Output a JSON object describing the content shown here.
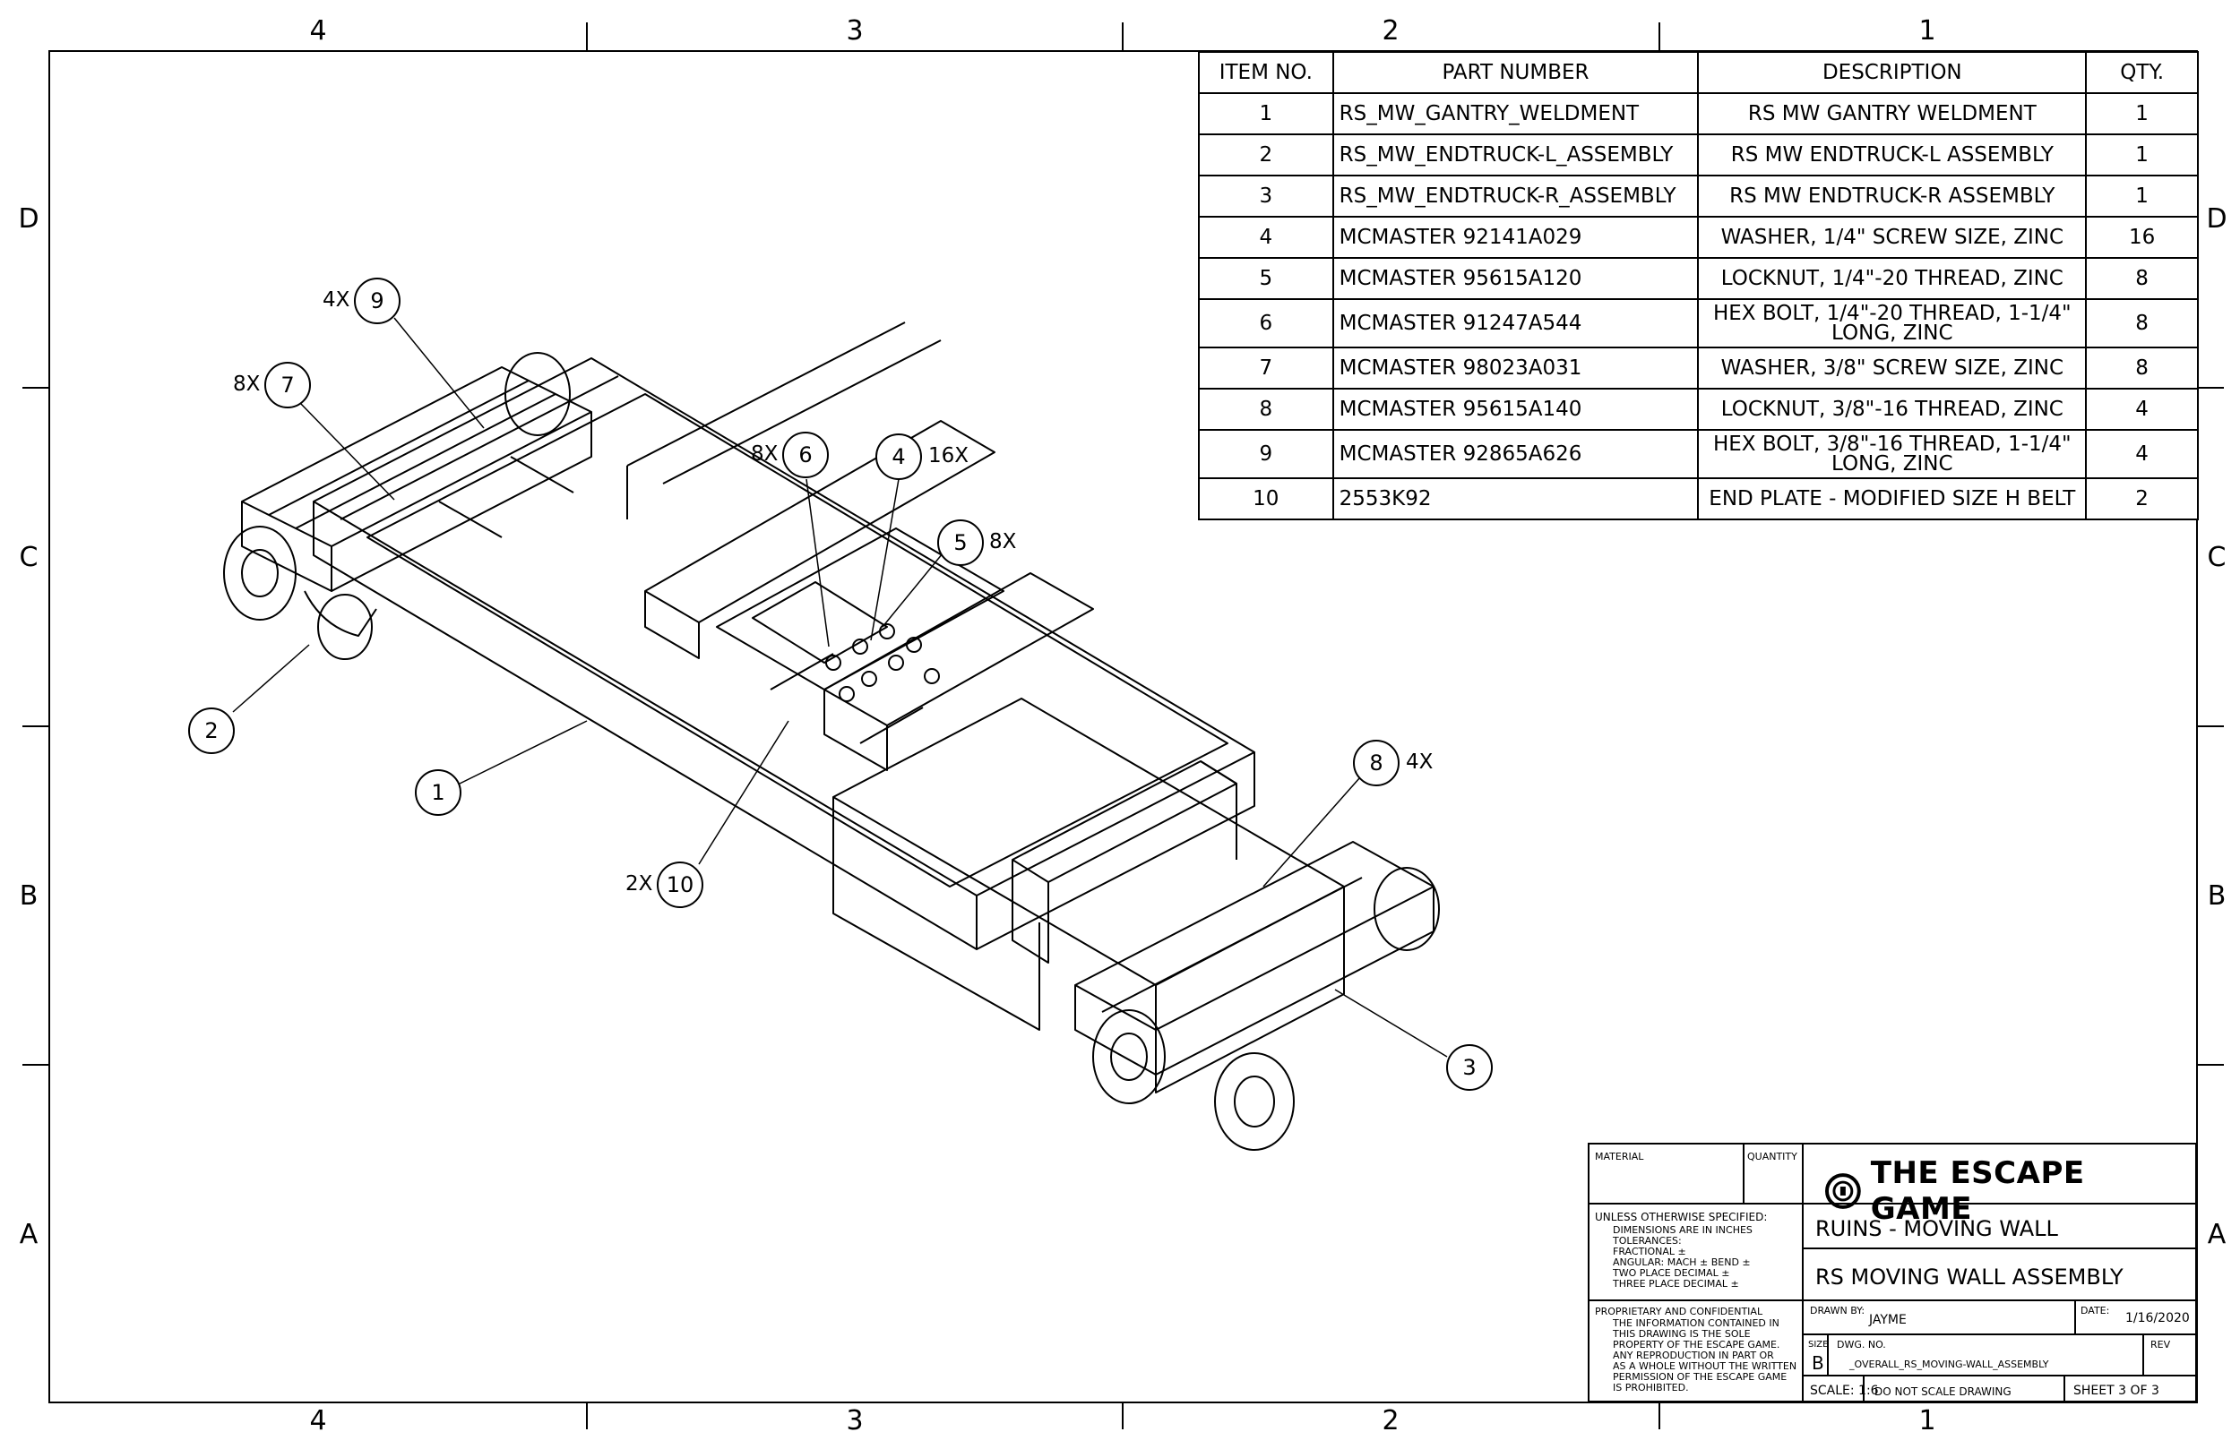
{
  "zones": {
    "columns": [
      "4",
      "3",
      "2",
      "1"
    ],
    "rows": [
      "D",
      "C",
      "B",
      "A"
    ]
  },
  "bom": {
    "headers": [
      "ITEM NO.",
      "PART NUMBER",
      "DESCRIPTION",
      "QTY."
    ],
    "rows": [
      {
        "item": "1",
        "part": "RS_MW_GANTRY_WELDMENT",
        "desc": "RS MW GANTRY WELDMENT",
        "qty": "1"
      },
      {
        "item": "2",
        "part": "RS_MW_ENDTRUCK-L_ASSEMBLY",
        "desc": "RS MW ENDTRUCK-L ASSEMBLY",
        "qty": "1"
      },
      {
        "item": "3",
        "part": "RS_MW_ENDTRUCK-R_ASSEMBLY",
        "desc": "RS MW ENDTRUCK-R ASSEMBLY",
        "qty": "1"
      },
      {
        "item": "4",
        "part": "MCMASTER 92141A029",
        "desc": "WASHER, 1/4\" SCREW SIZE, ZINC",
        "qty": "16"
      },
      {
        "item": "5",
        "part": "MCMASTER 95615A120",
        "desc": "LOCKNUT, 1/4\"-20 THREAD, ZINC",
        "qty": "8"
      },
      {
        "item": "6",
        "part": "MCMASTER 91247A544",
        "desc": "HEX BOLT, 1/4\"-20 THREAD, 1-1/4\" LONG, ZINC",
        "qty": "8"
      },
      {
        "item": "7",
        "part": "MCMASTER 98023A031",
        "desc": "WASHER, 3/8\" SCREW SIZE, ZINC",
        "qty": "8"
      },
      {
        "item": "8",
        "part": "MCMASTER 95615A140",
        "desc": "LOCKNUT, 3/8\"-16 THREAD, ZINC",
        "qty": "4"
      },
      {
        "item": "9",
        "part": "MCMASTER 92865A626",
        "desc": "HEX BOLT, 3/8\"-16 THREAD, 1-1/4\" LONG, ZINC",
        "qty": "4"
      },
      {
        "item": "10",
        "part": "2553K92",
        "desc": "END PLATE - MODIFIED SIZE H BELT",
        "qty": "2"
      }
    ]
  },
  "balloons": [
    {
      "num": "9",
      "qty": "4X"
    },
    {
      "num": "7",
      "qty": "8X"
    },
    {
      "num": "6",
      "qty": "8X"
    },
    {
      "num": "4",
      "qty": "16X"
    },
    {
      "num": "5",
      "qty": "8X"
    },
    {
      "num": "2",
      "qty": ""
    },
    {
      "num": "1",
      "qty": ""
    },
    {
      "num": "10",
      "qty": "2X"
    },
    {
      "num": "8",
      "qty": "4X"
    },
    {
      "num": "3",
      "qty": ""
    }
  ],
  "title_block": {
    "material_label": "MATERIAL",
    "quantity_label": "QUANTITY",
    "company": "THE ESCAPE GAME",
    "unless": "UNLESS OTHERWISE SPECIFIED:",
    "tol_lines": [
      "DIMENSIONS ARE IN INCHES",
      "TOLERANCES:",
      "FRACTIONAL ±",
      "ANGULAR: MACH ±    BEND ±",
      "TWO PLACE DECIMAL   ±",
      "THREE PLACE DECIMAL  ±"
    ],
    "proprietary": "PROPRIETARY AND CONFIDENTIAL",
    "prop_lines": [
      "THE INFORMATION CONTAINED IN",
      "THIS DRAWING IS THE SOLE",
      "PROPERTY OF THE ESCAPE GAME.",
      "ANY REPRODUCTION IN PART OR",
      "AS A WHOLE WITHOUT THE WRITTEN",
      "PERMISSION OF THE ESCAPE GAME",
      "IS PROHIBITED."
    ],
    "project": "RUINS - MOVING WALL",
    "title": "RS MOVING WALL ASSEMBLY",
    "drawn_by_label": "DRAWN BY:",
    "drawn_by": "JAYME",
    "date_label": "DATE:",
    "date": "1/16/2020",
    "size_label": "SIZE",
    "size": "B",
    "dwg_label": "DWG.  NO.",
    "dwg_no": "_OVERALL_RS_MOVING-WALL_ASSEMBLY",
    "rev_label": "REV",
    "scale": "SCALE: 1:6",
    "no_scale": "DO NOT SCALE DRAWING",
    "sheet": "SHEET 3 OF 3"
  }
}
